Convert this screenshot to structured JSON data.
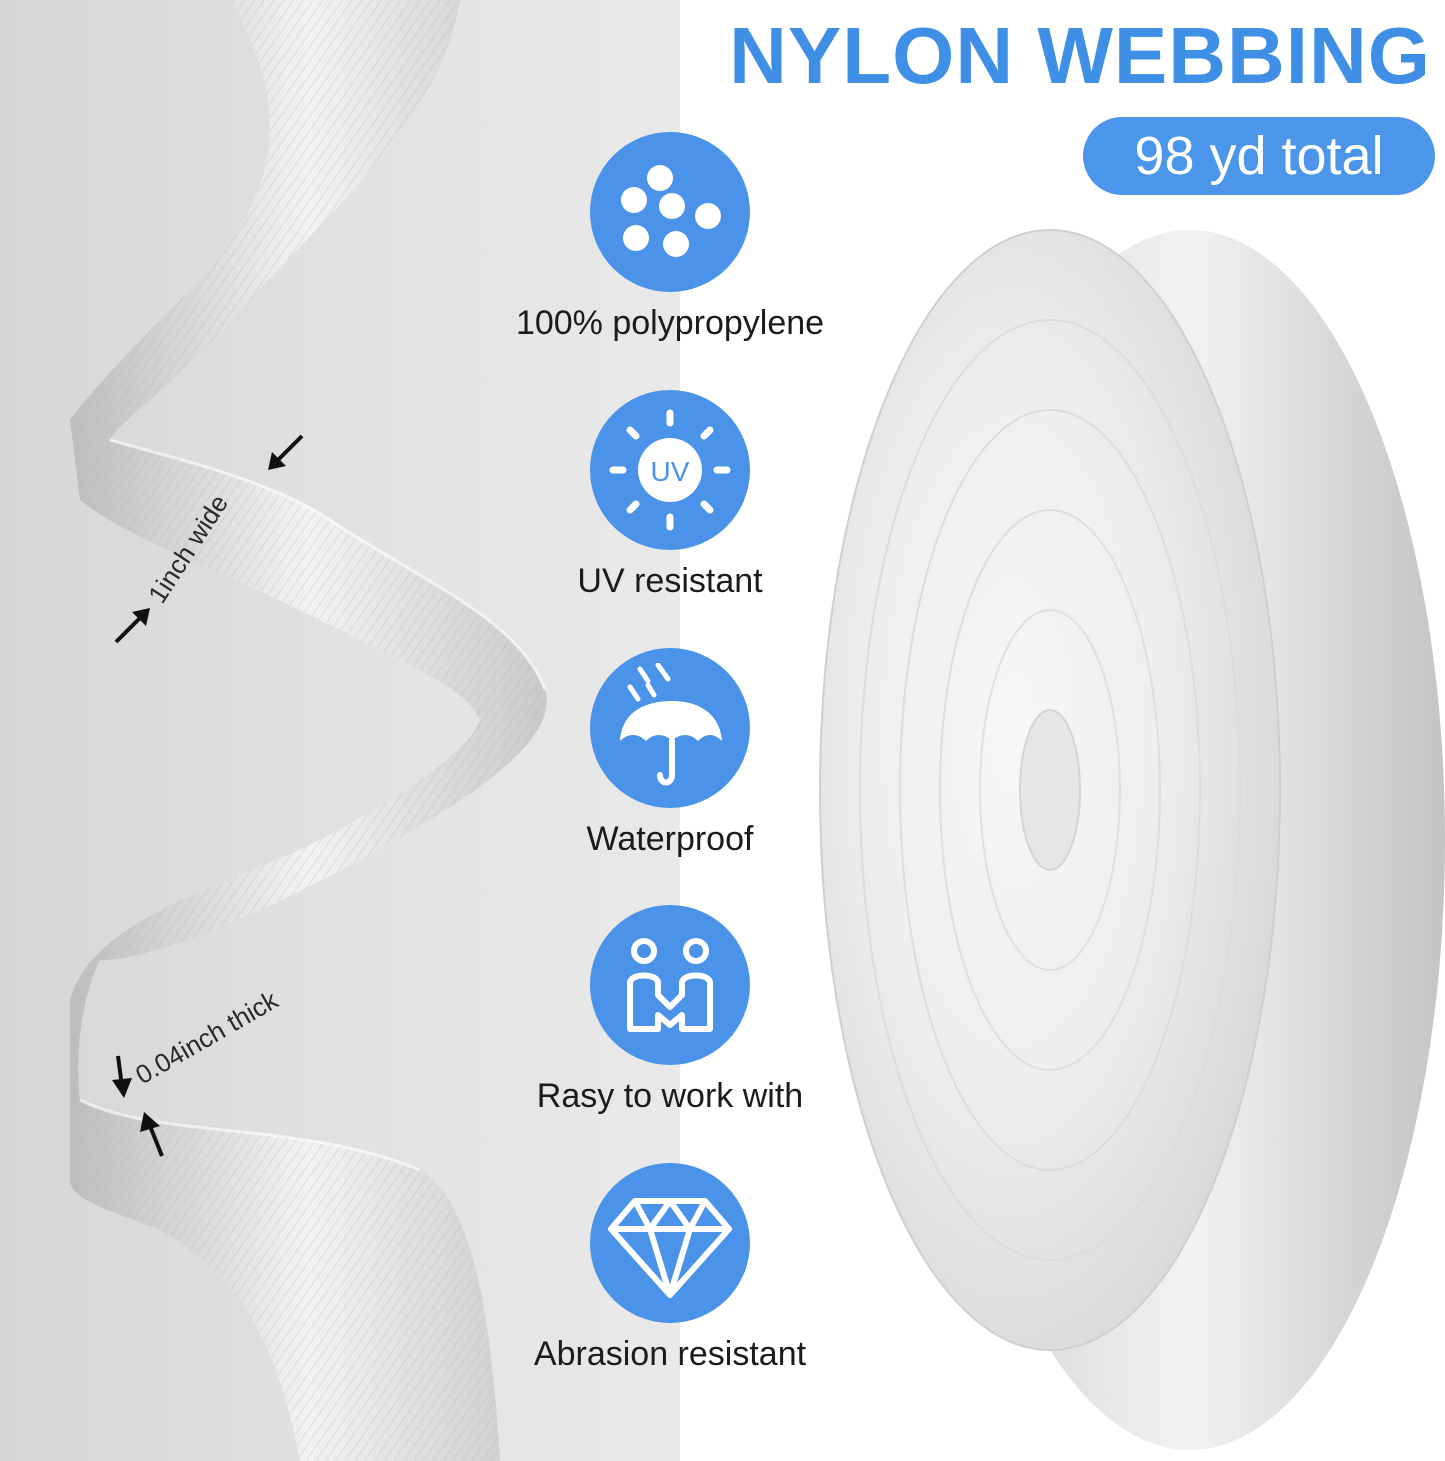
{
  "header": {
    "title": "NYLON WEBBING",
    "badge": "98 yd total"
  },
  "features": [
    {
      "icon": "dots-cluster-icon",
      "label": "100% polypropylene"
    },
    {
      "icon": "uv-sun-icon",
      "label": "UV resistant",
      "icon_text": "UV"
    },
    {
      "icon": "umbrella-rain-icon",
      "label": "Waterproof"
    },
    {
      "icon": "two-people-icon",
      "label": "Rasy to work with"
    },
    {
      "icon": "diamond-icon",
      "label": "Abrasion resistant"
    }
  ],
  "dimensions": {
    "width_label": "1inch wide",
    "thickness_label": "0.04inch thick"
  },
  "colors": {
    "accent": "#3f8fe7",
    "icon_circle": "#4b92e9",
    "badge": "#4b96ea"
  }
}
